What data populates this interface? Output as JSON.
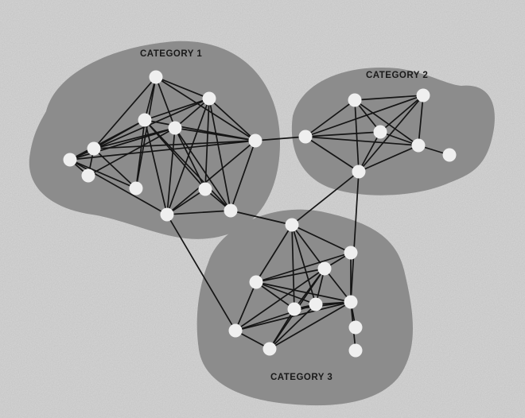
{
  "colors": {
    "paper": "#d7d7d7",
    "blob": "#8c8c8c",
    "node": "#efefef",
    "edge": "#151515"
  },
  "categories": [
    {
      "id": "c1",
      "label": "CATEGORY 1"
    },
    {
      "id": "c2",
      "label": "CATEGORY 2"
    },
    {
      "id": "c3",
      "label": "CATEGORY 3"
    }
  ],
  "nodes": [
    {
      "id": "a1",
      "category": "c1"
    },
    {
      "id": "a2",
      "category": "c1"
    },
    {
      "id": "a3",
      "category": "c1"
    },
    {
      "id": "a4",
      "category": "c1"
    },
    {
      "id": "a5",
      "category": "c1"
    },
    {
      "id": "a6",
      "category": "c1"
    },
    {
      "id": "a7",
      "category": "c1"
    },
    {
      "id": "a8",
      "category": "c1"
    },
    {
      "id": "a9",
      "category": "c1"
    },
    {
      "id": "a10",
      "category": "c1"
    },
    {
      "id": "a11",
      "category": "c1"
    },
    {
      "id": "a12",
      "category": "c1"
    },
    {
      "id": "b1",
      "category": "c2"
    },
    {
      "id": "b2",
      "category": "c2"
    },
    {
      "id": "b3",
      "category": "c2"
    },
    {
      "id": "b4",
      "category": "c2"
    },
    {
      "id": "b5",
      "category": "c2"
    },
    {
      "id": "b6",
      "category": "c2"
    },
    {
      "id": "b7",
      "category": "c2"
    },
    {
      "id": "d1",
      "category": "c3"
    },
    {
      "id": "d2",
      "category": "c3"
    },
    {
      "id": "d3",
      "category": "c3"
    },
    {
      "id": "d4",
      "category": "c3"
    },
    {
      "id": "d5",
      "category": "c3"
    },
    {
      "id": "d6",
      "category": "c3"
    },
    {
      "id": "d7",
      "category": "c3"
    },
    {
      "id": "d8",
      "category": "c3"
    },
    {
      "id": "d9",
      "category": "c3"
    },
    {
      "id": "d10",
      "category": "c3"
    },
    {
      "id": "d11",
      "category": "c3"
    }
  ],
  "edges": [
    [
      "a1",
      "a3"
    ],
    [
      "a1",
      "a4"
    ],
    [
      "a1",
      "a5"
    ],
    [
      "a1",
      "a6"
    ],
    [
      "a1",
      "a2"
    ],
    [
      "a1",
      "a9"
    ],
    [
      "a2",
      "a4"
    ],
    [
      "a2",
      "a6"
    ],
    [
      "a2",
      "a10"
    ],
    [
      "a2",
      "a11"
    ],
    [
      "a2",
      "a12"
    ],
    [
      "a2",
      "a3"
    ],
    [
      "a2",
      "a7"
    ],
    [
      "a3",
      "a6"
    ],
    [
      "a3",
      "a7"
    ],
    [
      "a3",
      "a9"
    ],
    [
      "a3",
      "a10"
    ],
    [
      "a3",
      "a12"
    ],
    [
      "a3",
      "a5"
    ],
    [
      "a3",
      "a11"
    ],
    [
      "a4",
      "a6"
    ],
    [
      "a4",
      "a7"
    ],
    [
      "a4",
      "a8"
    ],
    [
      "a4",
      "a10"
    ],
    [
      "a4",
      "a11"
    ],
    [
      "a4",
      "a12"
    ],
    [
      "a4",
      "a5"
    ],
    [
      "a5",
      "a7"
    ],
    [
      "a5",
      "a8"
    ],
    [
      "a5",
      "a9"
    ],
    [
      "a5",
      "a6"
    ],
    [
      "a6",
      "a7"
    ],
    [
      "a6",
      "a11"
    ],
    [
      "a6",
      "a12"
    ],
    [
      "a7",
      "a8"
    ],
    [
      "a7",
      "a9"
    ],
    [
      "a7",
      "a11"
    ],
    [
      "a10",
      "a12"
    ],
    [
      "a10",
      "a11"
    ],
    [
      "a11",
      "a12"
    ],
    [
      "a6",
      "b3"
    ],
    [
      "a12",
      "d1"
    ],
    [
      "a11",
      "d7"
    ],
    [
      "b1",
      "b2"
    ],
    [
      "b1",
      "b3"
    ],
    [
      "b1",
      "b4"
    ],
    [
      "b1",
      "b5"
    ],
    [
      "b1",
      "b6"
    ],
    [
      "b2",
      "b4"
    ],
    [
      "b2",
      "b5"
    ],
    [
      "b2",
      "b6"
    ],
    [
      "b2",
      "b3"
    ],
    [
      "b3",
      "b4"
    ],
    [
      "b3",
      "b5"
    ],
    [
      "b3",
      "b6"
    ],
    [
      "b4",
      "b5"
    ],
    [
      "b4",
      "b6"
    ],
    [
      "b5",
      "b6"
    ],
    [
      "b5",
      "b7"
    ],
    [
      "b6",
      "d1"
    ],
    [
      "b6",
      "d9"
    ],
    [
      "d1",
      "d2"
    ],
    [
      "d1",
      "d3"
    ],
    [
      "d1",
      "d4"
    ],
    [
      "d1",
      "d5"
    ],
    [
      "d1",
      "d6"
    ],
    [
      "d2",
      "d3"
    ],
    [
      "d2",
      "d9"
    ],
    [
      "d2",
      "d4"
    ],
    [
      "d3",
      "d4"
    ],
    [
      "d3",
      "d5"
    ],
    [
      "d3",
      "d6"
    ],
    [
      "d3",
      "d7"
    ],
    [
      "d3",
      "d8"
    ],
    [
      "d3",
      "d9"
    ],
    [
      "d4",
      "d5"
    ],
    [
      "d4",
      "d6"
    ],
    [
      "d4",
      "d9"
    ],
    [
      "d4",
      "d7"
    ],
    [
      "d5",
      "d6"
    ],
    [
      "d5",
      "d7"
    ],
    [
      "d5",
      "d8"
    ],
    [
      "d5",
      "d9"
    ],
    [
      "d6",
      "d9"
    ],
    [
      "d6",
      "d8"
    ],
    [
      "d7",
      "d9"
    ],
    [
      "d7",
      "d8"
    ],
    [
      "d8",
      "d9"
    ],
    [
      "d9",
      "d10"
    ],
    [
      "d9",
      "d11"
    ]
  ]
}
